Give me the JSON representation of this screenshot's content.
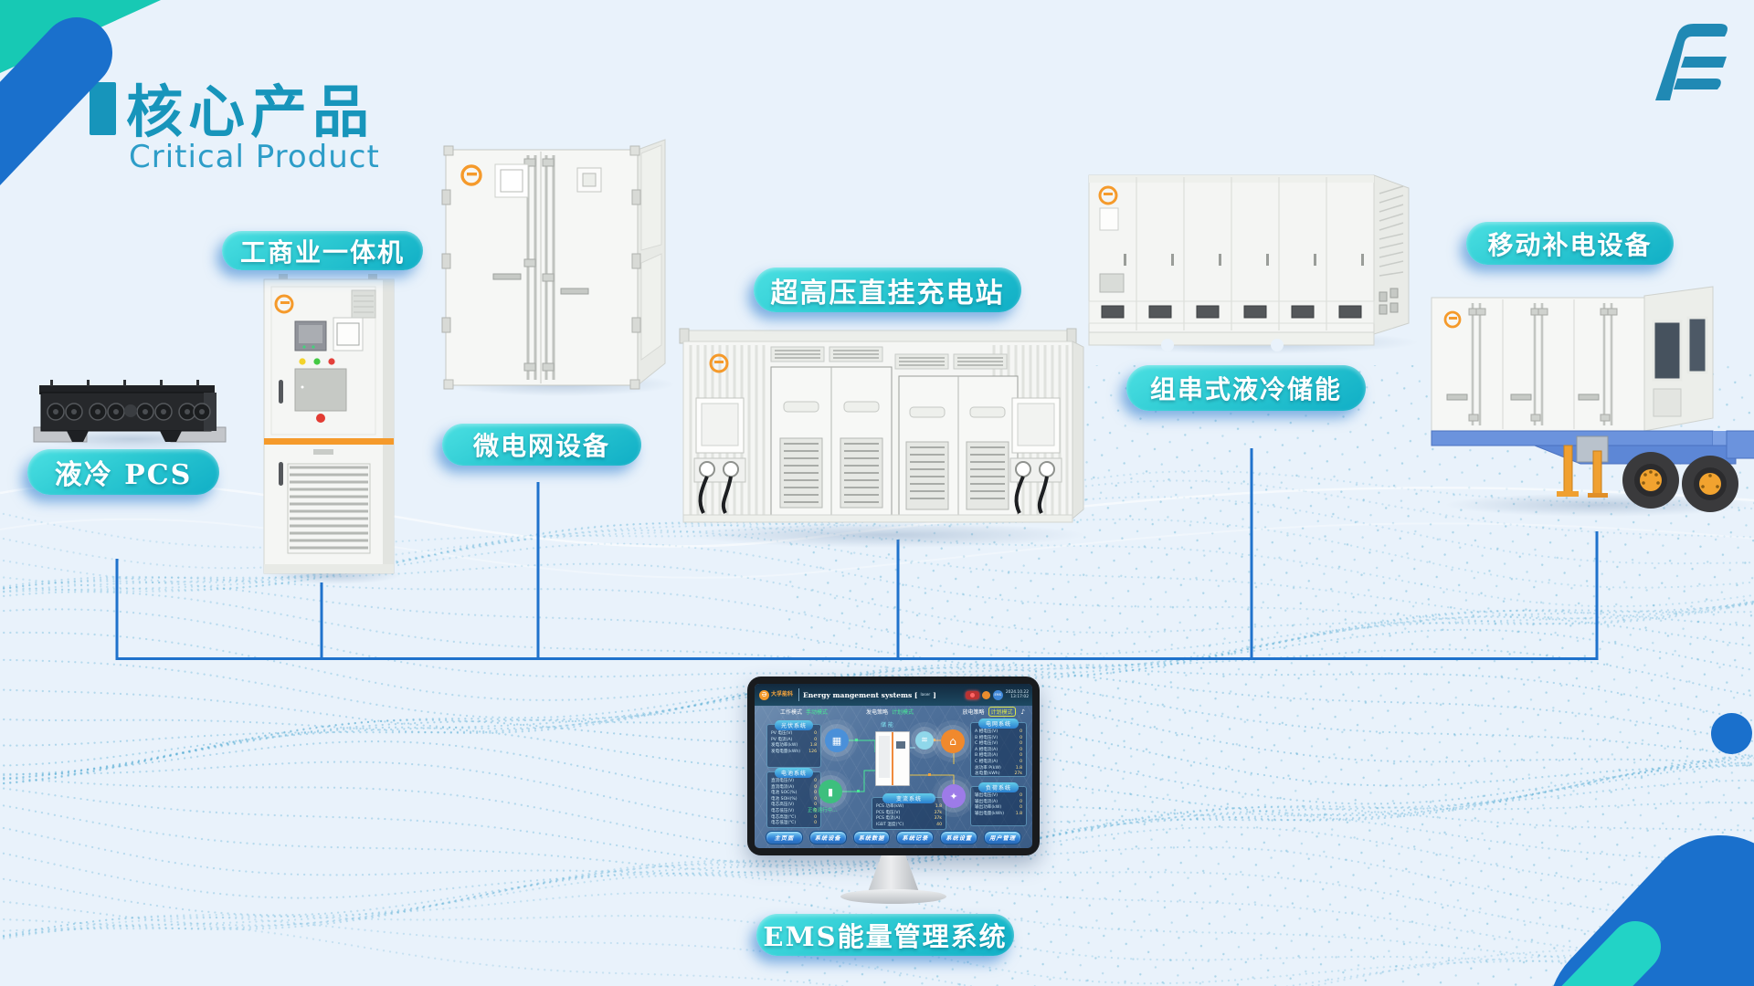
{
  "title": {
    "zh": "核心产品",
    "en": "Critical Product"
  },
  "products": {
    "pcs": {
      "label": "液冷  PCS"
    },
    "commercial": {
      "label": "工商业一体机"
    },
    "microgrid": {
      "label": "微电网设备"
    },
    "charging": {
      "label": "超高压直挂充电站"
    },
    "string_storage": {
      "label": "组串式液冷储能"
    },
    "mobile": {
      "label": "移动补电设备"
    },
    "ems": {
      "label": "EMS能量管理系统"
    }
  },
  "ems_screen": {
    "brand": "大孚能科",
    "title": "Energy mangement systems [",
    "title_small": "laser",
    "title_end": "]",
    "date": "2024.10.22",
    "time": "13:17:02",
    "modes": [
      {
        "k": "工作模式",
        "v": "手动模式"
      },
      {
        "k": "发电策略",
        "v": "计划模式"
      },
      {
        "k": "放电策略",
        "v": "计划模式"
      }
    ],
    "panels": {
      "pv": {
        "title": "光伏系统",
        "rows": [
          [
            "PV 电压(V)",
            "0"
          ],
          [
            "PV 电流(A)",
            "0"
          ],
          [
            "发电功率(kW)",
            "1.8"
          ],
          [
            "发电电量(kWh)",
            "126"
          ]
        ]
      },
      "battery": {
        "title": "电池系统",
        "rows": [
          [
            "直流电压(V)",
            "0"
          ],
          [
            "直流电流(A)",
            "0"
          ],
          [
            "电池 SOC(%)",
            "0"
          ],
          [
            "电池 SOH(%)",
            "0"
          ],
          [
            "电芯高压(V)",
            "0"
          ],
          [
            "电芯低压(V)",
            "0"
          ],
          [
            "电芯高温(℃)",
            "0"
          ],
          [
            "电芯低温(℃)",
            "0"
          ]
        ]
      },
      "grid": {
        "title": "电网系统",
        "rows": [
          [
            "A 相电压(V)",
            "0"
          ],
          [
            "B 相电压(V)",
            "0"
          ],
          [
            "C 相电压(V)",
            "0"
          ],
          [
            "A 相电流(A)",
            "0"
          ],
          [
            "B 相电流(A)",
            "0"
          ],
          [
            "C 相电流(A)",
            "0"
          ],
          [
            "总功率 P(kW)",
            "1.8"
          ],
          [
            "总电量(kWh)",
            "27k"
          ]
        ]
      },
      "load": {
        "title": "负荷系统",
        "rows": [
          [
            "输出电压(V)",
            "0"
          ],
          [
            "输出电流(A)",
            "0"
          ],
          [
            "输出功率(kW)",
            "0"
          ],
          [
            "输出电量(kWh)",
            "1.8"
          ]
        ]
      },
      "inverter": {
        "title": "变流系统",
        "rows": [
          [
            "PCS 功率(kW)",
            "1.8"
          ],
          [
            "PCS 电压(V)",
            "37k"
          ],
          [
            "PCS 电流(A)",
            "37k"
          ],
          [
            "IGBT 温度(℃)",
            "40"
          ]
        ]
      }
    },
    "status": "正在运行中...",
    "buttons": [
      "主页面",
      "系统设备",
      "系统数据",
      "系统记录",
      "系统设置",
      "用户管理"
    ]
  }
}
